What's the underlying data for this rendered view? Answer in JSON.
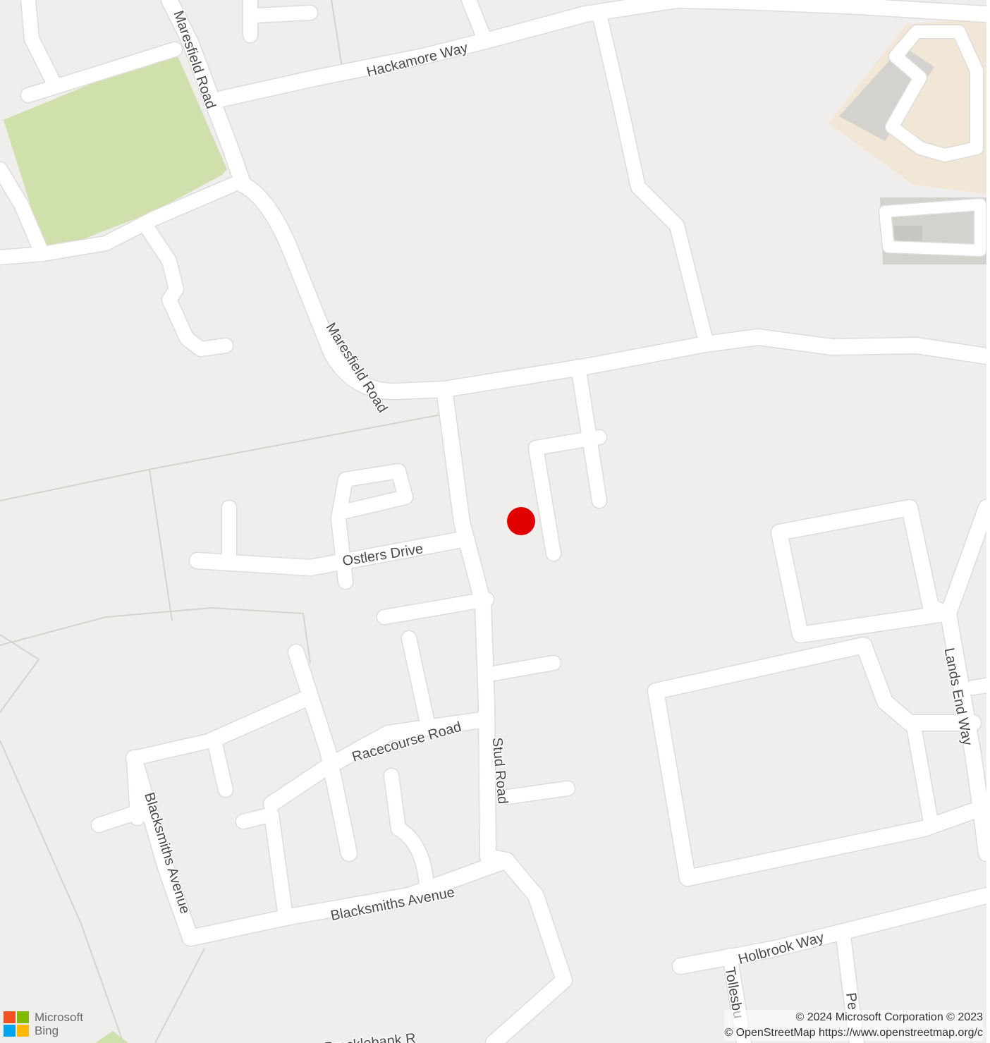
{
  "map": {
    "colors": {
      "background": "#efeeec",
      "park": "#cfe0ad",
      "commercial": "#f2e6d6",
      "building": "#d4d2cf",
      "road": "#ffffff",
      "marker": "#e00000"
    },
    "streets": [
      {
        "id": "maresfield-road-north",
        "name": "Maresfield Road"
      },
      {
        "id": "hackamore-way",
        "name": "Hackamore Way"
      },
      {
        "id": "maresfield-road-south",
        "name": "Maresfield Road"
      },
      {
        "id": "ostlers-drive",
        "name": "Ostlers Drive"
      },
      {
        "id": "racecourse-road",
        "name": "Racecourse Road"
      },
      {
        "id": "stud-road",
        "name": "Stud Road"
      },
      {
        "id": "blacksmiths-avenue-west",
        "name": "Blacksmiths Avenue"
      },
      {
        "id": "blacksmiths-avenue-south",
        "name": "Blacksmiths Avenue"
      },
      {
        "id": "lands-end-way",
        "name": "Lands End Way"
      },
      {
        "id": "holbrook-way",
        "name": "Holbrook Way"
      },
      {
        "id": "tollesbury",
        "name": "Tollesbu"
      },
      {
        "id": "pe-road",
        "name": "Pe"
      },
      {
        "id": "brocklebank",
        "name": "Brocklebank R"
      }
    ],
    "marker": {
      "icon": "location-dot-icon",
      "color": "#e00000"
    },
    "brand": {
      "logo": "microsoft-logo-icon",
      "line1": "Microsoft",
      "line2": "Bing"
    },
    "attribution": {
      "line1": "© 2024 Microsoft Corporation © 2023",
      "line2": "© OpenStreetMap https://www.openstreetmap.org/c"
    }
  }
}
